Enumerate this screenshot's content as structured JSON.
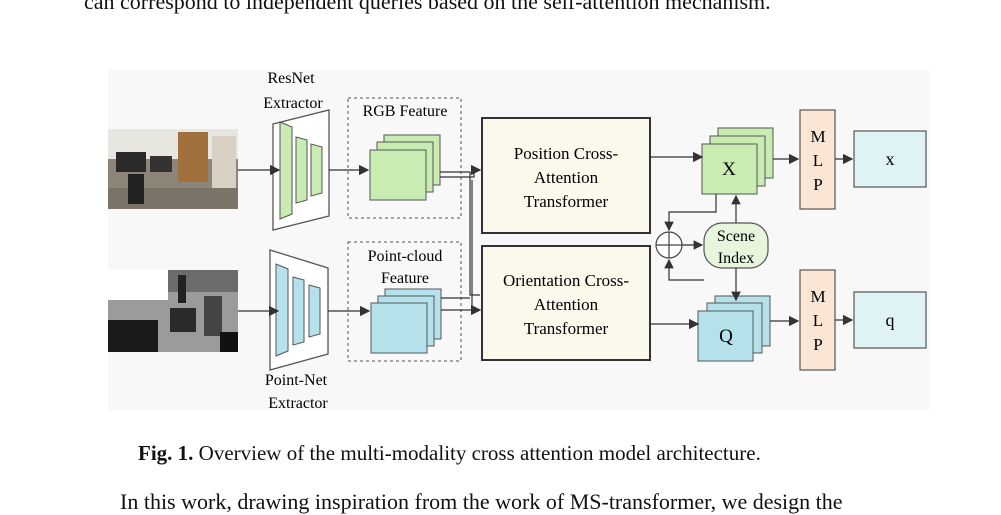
{
  "page": {
    "top_line": "can correspond to independent queries based on the self-attention mechanism.",
    "bottom_line": "In this work, drawing inspiration from the work of MS-transformer, we design the"
  },
  "figure": {
    "resnet_label_1": "ResNet",
    "resnet_label_2": "Extractor",
    "pointnet_label_1": "Point-Net",
    "pointnet_label_2": "Extractor",
    "rgb_feature": "RGB Feature",
    "pc_feature_1": "Point-cloud",
    "pc_feature_2": "Feature",
    "pos_transformer": [
      "Position Cross-",
      "Attention",
      "Transformer"
    ],
    "ori_transformer": [
      "Orientation Cross-",
      "Attention",
      "Transformer"
    ],
    "x_label": "X",
    "q_label": "Q",
    "scene_index": [
      "Scene",
      "Index"
    ],
    "mlp": [
      "M",
      "L",
      "P"
    ],
    "out_x": "x",
    "out_q": "q",
    "colors": {
      "green": "#c9ecb3",
      "cyan": "#b5e2ea",
      "mlp": "#fbe6d6",
      "transformer": "#fbf8ec",
      "output": "#dff3f4",
      "scene": "#e6f5dc"
    }
  },
  "caption": {
    "label": "Fig. 1.",
    "text": " Overview of the multi-modality cross attention model architecture."
  }
}
